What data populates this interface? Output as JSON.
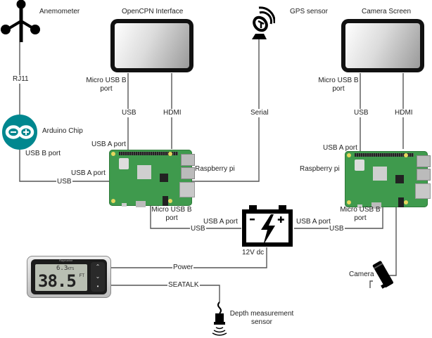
{
  "diagram": {
    "type": "hardware-wiring-diagram",
    "nodes": {
      "anemometer": {
        "label": "Anemometer",
        "icon": "anemometer-icon"
      },
      "arduino": {
        "label": "Arduino Chip",
        "icon": "arduino-logo-icon"
      },
      "opencpn_screen": {
        "label": "OpenCPN Interface",
        "icon": "monitor-icon"
      },
      "gps": {
        "label": "GPS sensor",
        "icon": "satellite-dish-icon"
      },
      "camera_screen": {
        "label": "Camera Screen",
        "icon": "monitor-icon"
      },
      "rpi_left": {
        "label": "Raspberry pi",
        "icon": "raspberry-pi-board-icon"
      },
      "rpi_right": {
        "label": "Raspberry pi",
        "icon": "raspberry-pi-board-icon"
      },
      "battery": {
        "label": "12V dc",
        "icon": "battery-icon",
        "minus": "-",
        "plus": "+"
      },
      "depth_display": {
        "small_reading": "6.3",
        "small_unit": "KTS",
        "big_reading": "38.5",
        "big_unit": "FT",
        "icon": "depth-display-icon"
      },
      "depth_sensor": {
        "label_line1": "Depth measurement",
        "label_line2": "sensor",
        "icon": "transducer-icon"
      },
      "camera": {
        "label": "Camera",
        "icon": "camera-icon"
      }
    },
    "port_labels": {
      "rj11": "RJ11",
      "usb_b_port": "USB B port",
      "micro_usb_b_port_1": "Micro USB B",
      "micro_usb_b_port_2": "port",
      "usb_a_port": "USB A port"
    },
    "wire_labels": {
      "usb": "USB",
      "hdmi": "HDMI",
      "serial": "Serial",
      "power": "Power",
      "seatalk": "SEATALK"
    },
    "connections": [
      {
        "from": "Anemometer",
        "to": "Arduino Chip",
        "cable": "RJ11"
      },
      {
        "from": "Arduino Chip (USB B port)",
        "to": "Raspberry pi left (USB A port)",
        "cable": "USB"
      },
      {
        "from": "OpenCPN Interface (Micro USB B port)",
        "to": "Raspberry pi left (USB A port)",
        "cable": "USB"
      },
      {
        "from": "OpenCPN Interface",
        "to": "Raspberry pi left",
        "cable": "HDMI"
      },
      {
        "from": "GPS sensor",
        "to": "Raspberry pi left",
        "cable": "Serial"
      },
      {
        "from": "Raspberry pi left (Micro USB B port)",
        "to": "12V dc (USB A port)",
        "cable": "USB"
      },
      {
        "from": "Camera Screen (Micro USB B port)",
        "to": "Raspberry pi right (USB A port)",
        "cable": "USB"
      },
      {
        "from": "Camera Screen",
        "to": "Raspberry pi right",
        "cable": "HDMI"
      },
      {
        "from": "Raspberry pi right (Micro USB B port)",
        "to": "12V dc (USB A port)",
        "cable": "USB"
      },
      {
        "from": "12V dc",
        "to": "Depth display",
        "cable": "Power"
      },
      {
        "from": "Depth display",
        "to": "Depth measurement sensor",
        "cable": "SEATALK"
      },
      {
        "from": "Raspberry pi right",
        "to": "Camera",
        "cable": ""
      }
    ]
  }
}
